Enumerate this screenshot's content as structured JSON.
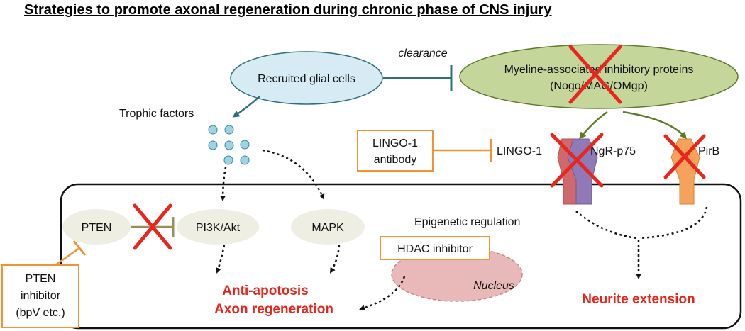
{
  "title": "Strategies to promote axonal regeneration during chronic phase of CNS injury",
  "nodes": {
    "glial_cells": "Recruited glial cells",
    "clearance": "clearance",
    "myelin_line1": "Myeline-associated inhibitory proteins",
    "myelin_line2": "(Nogo/MAG/OMgp)",
    "trophic_factors": "Trophic factors",
    "lingo_antibody_line1": "LINGO-1",
    "lingo_antibody_line2": "antibody",
    "lingo1": "LINGO-1",
    "ngr_p75": "NgR-p75",
    "pirb": "PirB",
    "pten": "PTEN",
    "pi3k": "PI3K/Akt",
    "mapk": "MAPK",
    "epigenetic": "Epigenetic regulation",
    "hdac": "HDAC inhibitor",
    "nucleus": "Nucleus",
    "pten_inhibitor_line1": "PTEN",
    "pten_inhibitor_line2": "inhibitor",
    "pten_inhibitor_line3": "(bpV etc.)",
    "outcome_line1": "Anti-apotosis",
    "outcome_line2": "Axon regeneration",
    "neurite": "Neurite extension"
  },
  "colors": {
    "teal": "#2e6f78",
    "orange": "#f39234",
    "olive": "#5e7a2a",
    "red_cross": "#e8261d",
    "red_text": "#e8251c",
    "glial_fill": "#d7ebf5",
    "myelin_fill": "#c5d69b",
    "signal_fill": "#eeeee3",
    "nucleus_fill": "#e9b9b9",
    "dot_fill": "#9fd3e3",
    "receptor_red": "#d0696b",
    "receptor_purple": "#8f7ab7",
    "pirb_fill": "#f5a25c"
  }
}
